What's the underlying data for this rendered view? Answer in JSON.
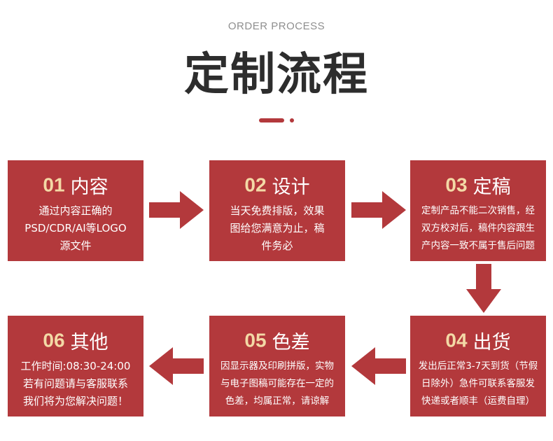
{
  "header": {
    "subtitle": "ORDER PROCESS",
    "title": "定制流程"
  },
  "steps": [
    {
      "num": "01",
      "name": "内容",
      "lines": [
        "通过内容正确的",
        "PSD/CDR/AI等LOGO",
        "源文件"
      ]
    },
    {
      "num": "02",
      "name": "设计",
      "lines": [
        "当天免费排版，效果",
        "图给您满意为止，稿",
        "件务必"
      ]
    },
    {
      "num": "03",
      "name": "定稿",
      "lines": [
        "定制产品不能二次销售，经",
        "双方校对后，稿件内容跟生",
        "产内容一致不属于售后问题"
      ]
    },
    {
      "num": "04",
      "name": "出货",
      "lines": [
        "发出后正常3-7天到货（节假",
        "日除外）急件可联系客服发",
        "快递或者顺丰（运费自理）"
      ]
    },
    {
      "num": "05",
      "name": "色差",
      "lines": [
        "因显示器及印刷拼版，实物",
        "与电子图稿可能存在一定的",
        "色差，均属正常，请谅解"
      ]
    },
    {
      "num": "06",
      "name": "其他",
      "lines": [
        "工作时间:08:30-24:00",
        "若有问题请与客服联系",
        "我们将为您解决问题！"
      ]
    }
  ],
  "icons": {
    "arrow_right": "arrow-right-icon",
    "arrow_down": "arrow-down-icon",
    "arrow_left": "arrow-left-icon"
  },
  "colors": {
    "box": "#b3393c",
    "number": "#f3d9a6",
    "title": "#2d2d2d",
    "subtitle": "#8f8f8f"
  }
}
